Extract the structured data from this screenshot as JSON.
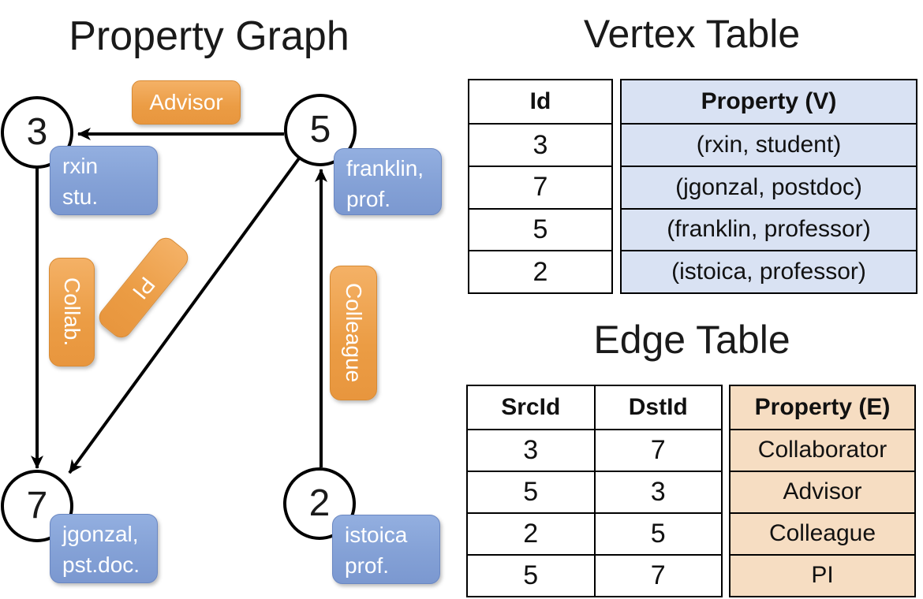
{
  "graph": {
    "title": "Property Graph",
    "nodes": [
      {
        "id": "3",
        "property": {
          "line1": "rxin",
          "line2": "stu."
        }
      },
      {
        "id": "5",
        "property": {
          "line1": "franklin,",
          "line2": "prof."
        }
      },
      {
        "id": "7",
        "property": {
          "line1": "jgonzal,",
          "line2": "pst.doc."
        }
      },
      {
        "id": "2",
        "property": {
          "line1": "istoica",
          "line2": "prof."
        }
      }
    ],
    "edges": [
      {
        "from": "5",
        "to": "3",
        "label": "Advisor"
      },
      {
        "from": "3",
        "to": "7",
        "label": "Collab."
      },
      {
        "from": "5",
        "to": "7",
        "label": "PI"
      },
      {
        "from": "2",
        "to": "5",
        "label": "Colleague"
      }
    ]
  },
  "vertex_table": {
    "title": "Vertex Table",
    "columns": {
      "id": "Id",
      "property": "Property (V)"
    },
    "rows": [
      {
        "id": "3",
        "property": "(rxin, student)"
      },
      {
        "id": "7",
        "property": "(jgonzal, postdoc)"
      },
      {
        "id": "5",
        "property": "(franklin, professor)"
      },
      {
        "id": "2",
        "property": "(istoica, professor)"
      }
    ]
  },
  "edge_table": {
    "title": "Edge Table",
    "columns": {
      "src": "SrcId",
      "dst": "DstId",
      "property": "Property (E)"
    },
    "rows": [
      {
        "src": "3",
        "dst": "7",
        "property": "Collaborator"
      },
      {
        "src": "5",
        "dst": "3",
        "property": "Advisor"
      },
      {
        "src": "2",
        "dst": "5",
        "property": "Colleague"
      },
      {
        "src": "5",
        "dst": "7",
        "property": "PI"
      }
    ]
  },
  "colors": {
    "edge_label_orange": "#EB9C44",
    "vertex_box_blue": "#84A1D6",
    "vertex_cell_bg": "#D9E2F3",
    "edge_cell_bg": "#F6DDC2"
  }
}
